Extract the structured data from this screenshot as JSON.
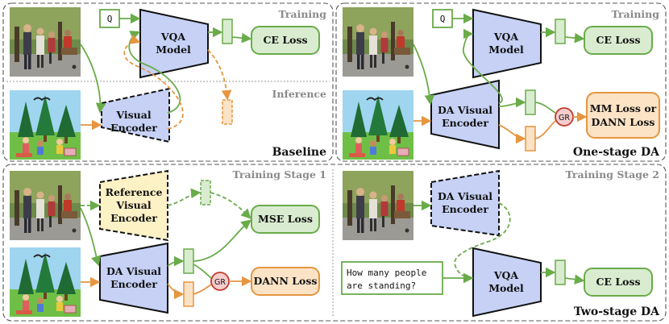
{
  "panels": {
    "baseline": {
      "title": "Baseline",
      "training_label": "Training",
      "inference_label": "Inference",
      "question": "Q",
      "vqa_model": [
        "VQA",
        "Model"
      ],
      "visual_encoder": [
        "Visual",
        "Encoder"
      ],
      "ce_loss": "CE Loss"
    },
    "one_stage": {
      "title": "One-stage DA",
      "training_label": "Training",
      "question": "Q",
      "vqa_model": [
        "VQA",
        "Model"
      ],
      "da_encoder": [
        "DA Visual",
        "Encoder"
      ],
      "ce_loss": "CE Loss",
      "gr": "GR",
      "mm_loss": [
        "MM Loss or",
        "DANN Loss"
      ]
    },
    "stage1": {
      "label": "Training Stage 1",
      "ref_encoder": [
        "Reference",
        "Visual",
        "Encoder"
      ],
      "da_encoder": [
        "DA Visual",
        "Encoder"
      ],
      "mse_loss": "MSE Loss",
      "gr": "GR",
      "dann_loss": "DANN Loss"
    },
    "stage2": {
      "title": "Two-stage DA",
      "label": "Training Stage 2",
      "da_encoder": [
        "DA Visual",
        "Encoder"
      ],
      "question_text": [
        "How many people",
        "are standing?"
      ],
      "vqa_model": [
        "VQA",
        "Model"
      ],
      "ce_loss": "CE Loss"
    }
  },
  "colors": {
    "source": "#6aab4a",
    "target": "#e69540",
    "encoder_fill": "#c6d1f5",
    "ref_fill": "#fdf1c6",
    "loss_fill_green": "#d9ecd0",
    "loss_fill_orange": "#fde3c5",
    "gr_fill": "#f6cccc",
    "gr_stroke": "#c0392b"
  }
}
